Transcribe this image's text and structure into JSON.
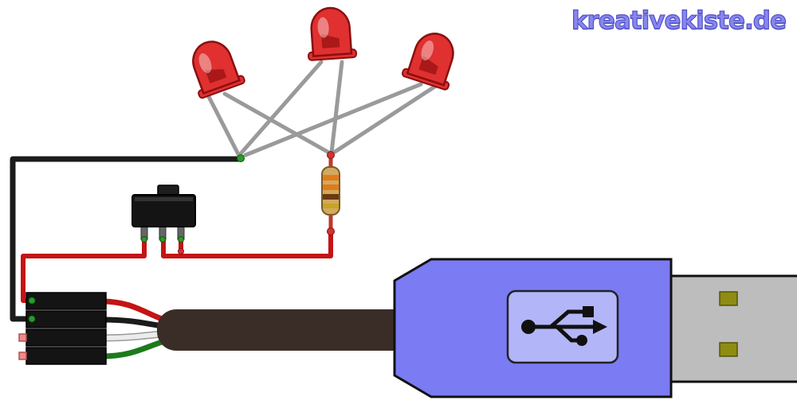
{
  "logo": {
    "text": "kreativekiste.de",
    "color": "#8787ee"
  },
  "palette": {
    "led_red": "#e03030",
    "led_outline": "#8a0f0f",
    "leg_gray": "#9a9a9a",
    "wire_red": "#c41414",
    "wire_black": "#1b1b1b",
    "wire_white": "#ececec",
    "wire_white_outline": "#9a9a9a",
    "wire_green": "#1c7a1c",
    "junction_green": "#2a9a2a",
    "junction_red": "#d23333",
    "resistor_body": "#d2a95e",
    "resistor_band_1": "#e07b1a",
    "resistor_band_2": "#e07b1a",
    "resistor_band_3": "#6b3a12",
    "resistor_band_4": "#c9a227",
    "housing_black": "#141414",
    "cable_brown": "#3a2d27",
    "usb_blue": "#7b7bf3",
    "usb_label_blue": "#b2b6f8",
    "metal_gray": "#bdbdbd",
    "contact_gold": "#8f8c12"
  },
  "components": [
    {
      "id": "led-1",
      "label": "Red LED"
    },
    {
      "id": "led-2",
      "label": "Red LED"
    },
    {
      "id": "led-3",
      "label": "Red LED"
    },
    {
      "id": "resistor",
      "label": "Resistor",
      "bands": [
        "orange",
        "orange",
        "brown",
        "gold"
      ]
    },
    {
      "id": "slide-switch",
      "label": "Slide switch"
    },
    {
      "id": "header-connector",
      "label": "4-pin header connector",
      "wire_colors": [
        "red",
        "black",
        "white",
        "green"
      ]
    },
    {
      "id": "usb-cable",
      "label": "USB cable"
    },
    {
      "id": "usb-plug",
      "label": "USB-A plug"
    }
  ]
}
